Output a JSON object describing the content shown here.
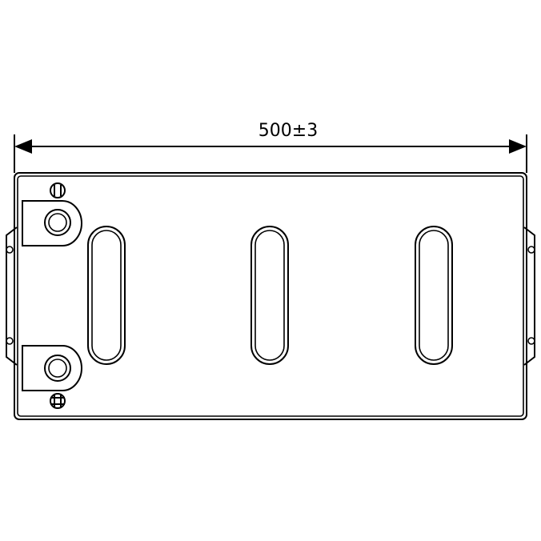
{
  "dimension": {
    "width_label": "500±3"
  },
  "symbols": {
    "negative_terminal": "minus-terminal-symbol",
    "positive_terminal": "plus-terminal-symbol"
  },
  "colors": {
    "line": "#000000",
    "background": "#ffffff"
  }
}
